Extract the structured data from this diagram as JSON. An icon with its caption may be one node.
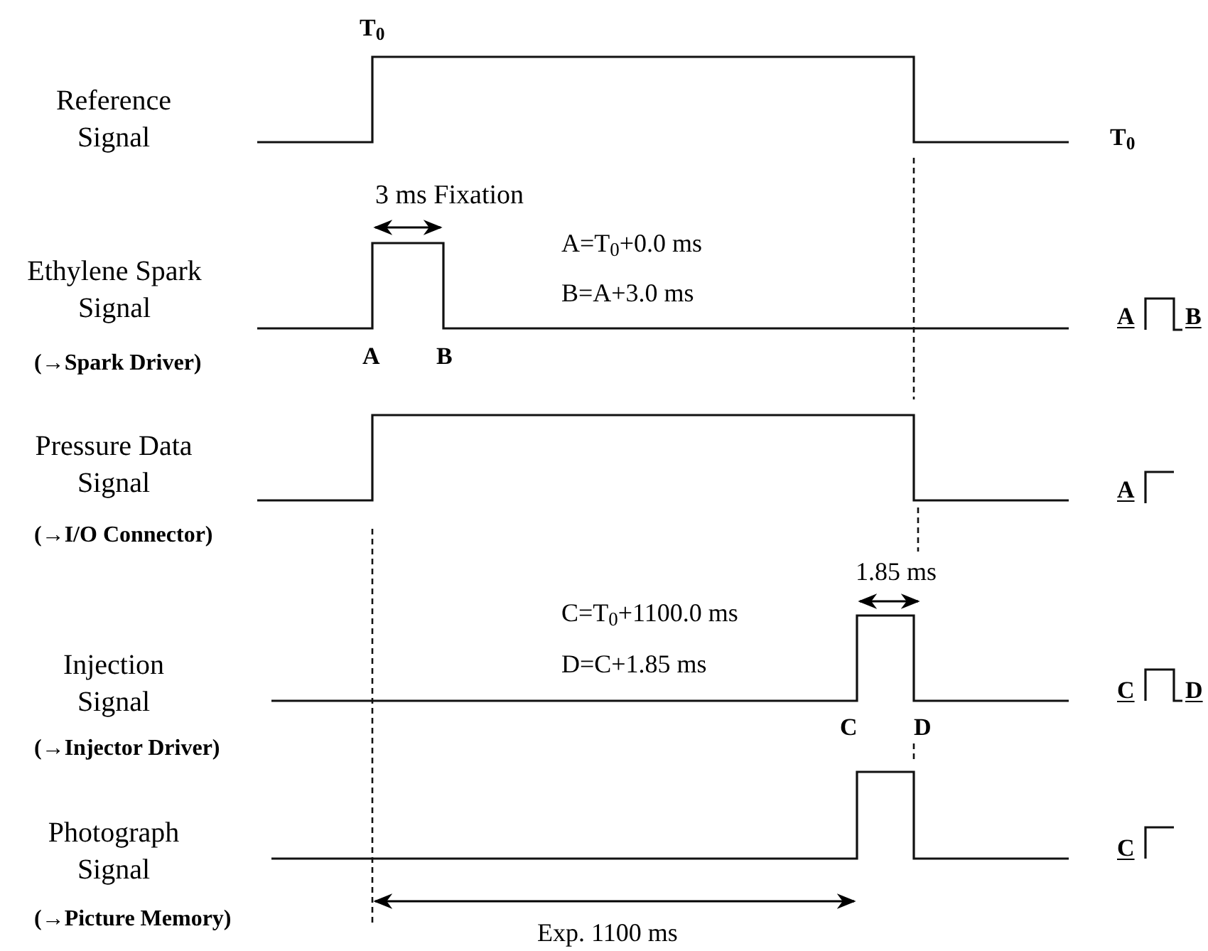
{
  "diagram": {
    "labels": [
      "T$_{0}$",
      "Reference Signal",
      "T$_{0}$",
      "3 ms Fixation",
      "A=T$_{0}$+0.0 ms",
      "Ethylene Spark Signal",
      "B=A+3.0 ms",
      "(→Spark Driver)",
      "A",
      "B",
      "A",
      "B",
      "Pressure Data Signal",
      "A",
      "(→I/O Connector)",
      "1.85 ms",
      "C=T$_{0}$+1100.0 ms",
      "D=C+1.85 ms",
      "Injection Signal",
      "C",
      "D",
      "C",
      "D",
      "(→Injector Driver)",
      "Photograph Signal",
      "C",
      "(→Picture Memory)",
      "Exp. 1100 ms"
    ]
  }
}
